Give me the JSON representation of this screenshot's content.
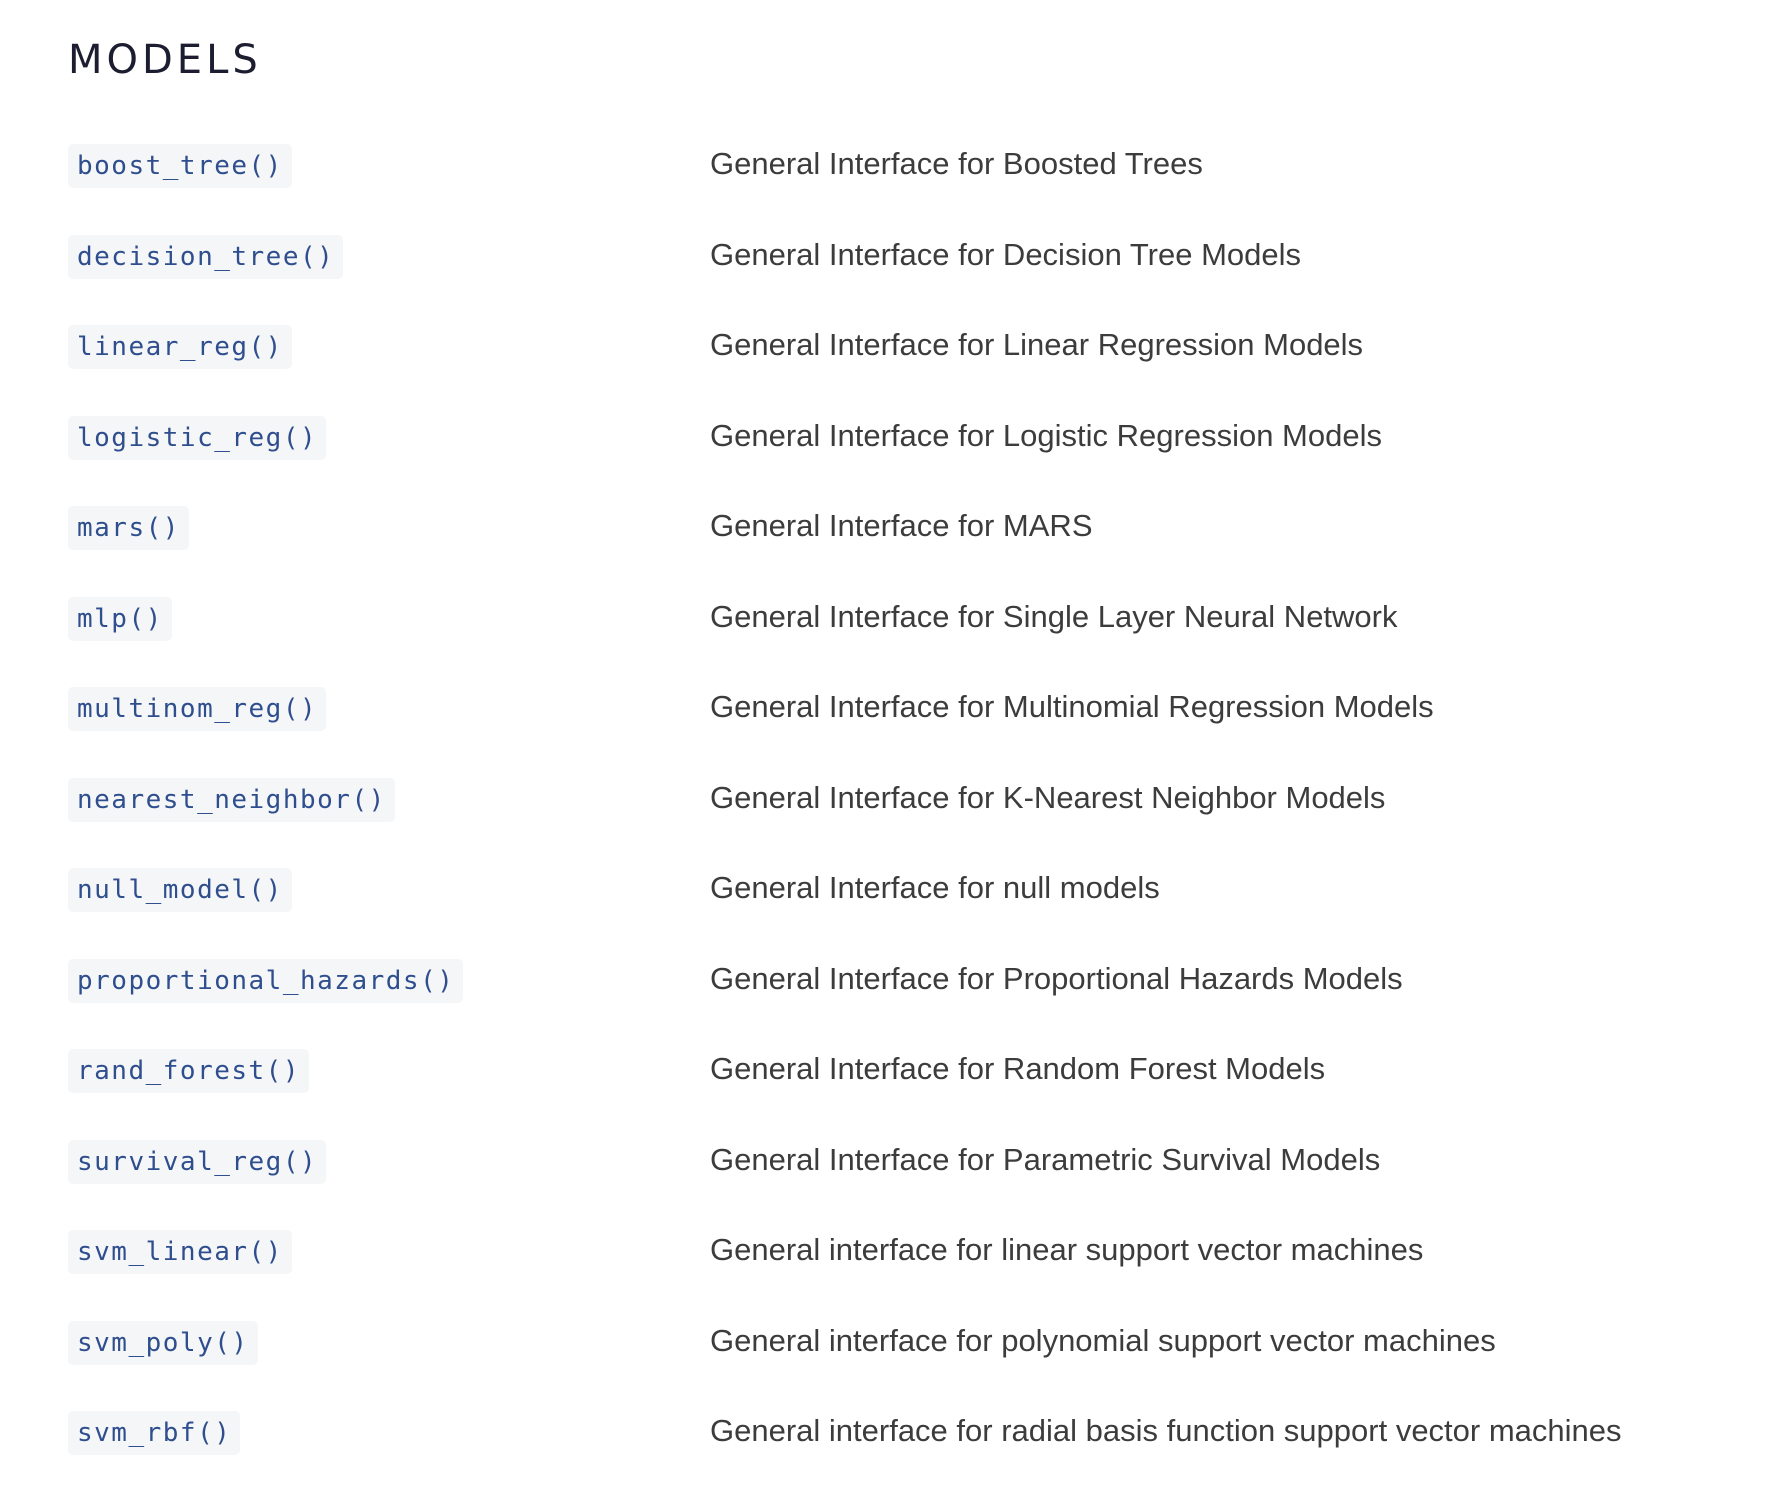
{
  "section": {
    "title": "MODELS"
  },
  "rows": [
    {
      "fn": "boost_tree()",
      "desc": "General Interface for Boosted Trees"
    },
    {
      "fn": "decision_tree()",
      "desc": "General Interface for Decision Tree Models"
    },
    {
      "fn": "linear_reg()",
      "desc": "General Interface for Linear Regression Models"
    },
    {
      "fn": "logistic_reg()",
      "desc": "General Interface for Logistic Regression Models"
    },
    {
      "fn": "mars()",
      "desc": "General Interface for MARS"
    },
    {
      "fn": "mlp()",
      "desc": "General Interface for Single Layer Neural Network"
    },
    {
      "fn": "multinom_reg()",
      "desc": "General Interface for Multinomial Regression Models"
    },
    {
      "fn": "nearest_neighbor()",
      "desc": "General Interface for K-Nearest Neighbor Models"
    },
    {
      "fn": "null_model()",
      "desc": "General Interface for null models"
    },
    {
      "fn": "proportional_hazards()",
      "desc": "General Interface for Proportional Hazards Models"
    },
    {
      "fn": "rand_forest()",
      "desc": "General Interface for Random Forest Models"
    },
    {
      "fn": "survival_reg()",
      "desc": "General Interface for Parametric Survival Models"
    },
    {
      "fn": "svm_linear()",
      "desc": "General interface for linear support vector machines"
    },
    {
      "fn": "svm_poly()",
      "desc": "General interface for polynomial support vector machines"
    },
    {
      "fn": "svm_rbf()",
      "desc": "General interface for radial basis function support vector machines"
    }
  ]
}
